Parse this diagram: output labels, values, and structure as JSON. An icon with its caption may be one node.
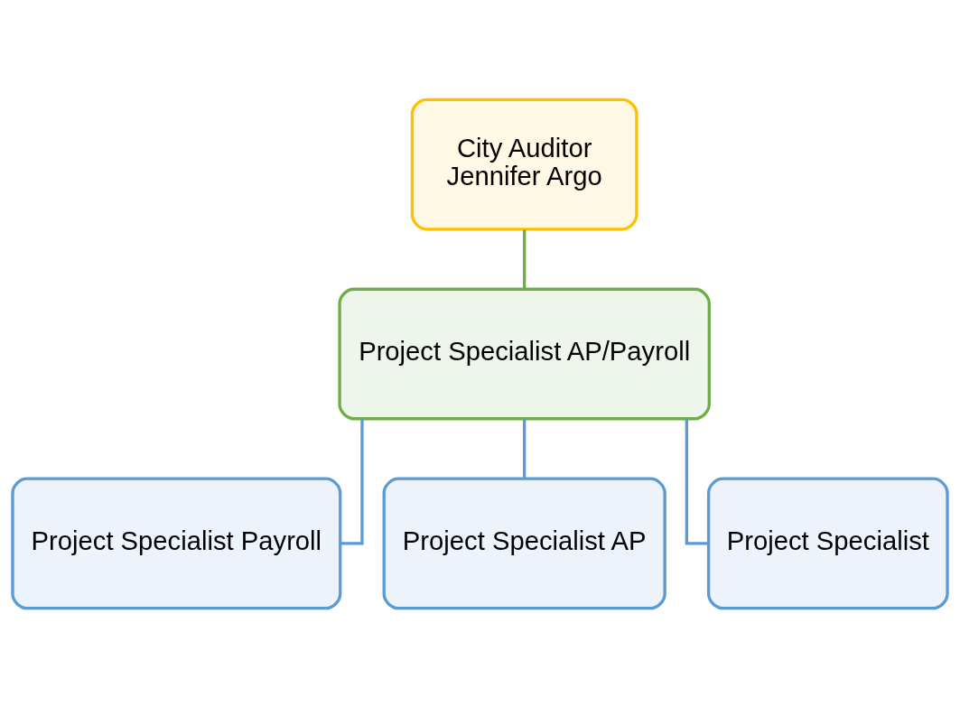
{
  "diagram": {
    "nodes": [
      {
        "text": [
          "City Auditor",
          "Jennifer Argo"
        ]
      },
      {
        "text": [
          "Project Specialist AP/Payroll"
        ]
      },
      {
        "text": [
          "Project Specialist Payroll"
        ]
      },
      {
        "text": [
          "Project Specialist AP"
        ]
      },
      {
        "text": [
          "Project Specialist"
        ]
      }
    ],
    "edges": [
      {
        "from": 0,
        "to": 1,
        "arrow": "none",
        "color": "#70ad47"
      },
      {
        "from": 1,
        "to": 2,
        "arrow": "none"
      },
      {
        "from": 1,
        "to": 3,
        "arrow": "none"
      },
      {
        "from": 1,
        "to": 4,
        "arrow": "none"
      }
    ]
  }
}
